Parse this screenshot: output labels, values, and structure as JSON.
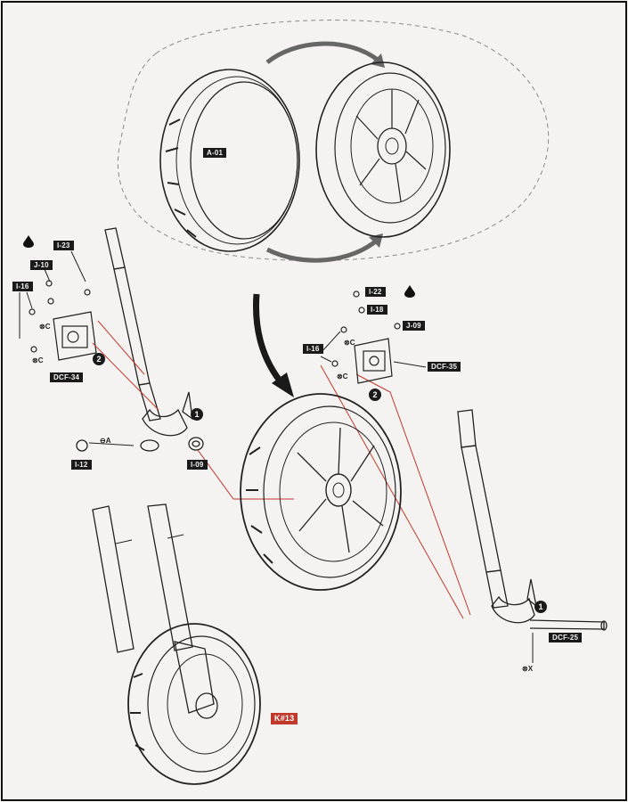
{
  "labels": {
    "a01": "A-01",
    "i23": "I-23",
    "j10": "J-10",
    "i16_left": "I-16",
    "dcf34": "DCF-34",
    "i12": "I-12",
    "i09": "I-09",
    "i22": "I-22",
    "i18": "I-18",
    "j09": "J-09",
    "i16_right": "I-16",
    "dcf35": "DCF-35",
    "dcf25": "DCF-25",
    "k13": "K#13"
  },
  "steps": {
    "left_1": "1",
    "left_2": "2",
    "right_1": "1",
    "right_2": "2"
  },
  "screw_marks": {
    "c_left_top": "⊗C",
    "c_left_bottom": "⊗C",
    "a_left": "⊖A",
    "c_right_top": "⊗C",
    "c_right_bottom": "⊗C",
    "x_right": "⊗X"
  },
  "colors": {
    "line": "#1f1f1f",
    "guide_red": "#c0392b",
    "label_bg": "#1a1a1a",
    "highlight_label": "#c0392b"
  }
}
